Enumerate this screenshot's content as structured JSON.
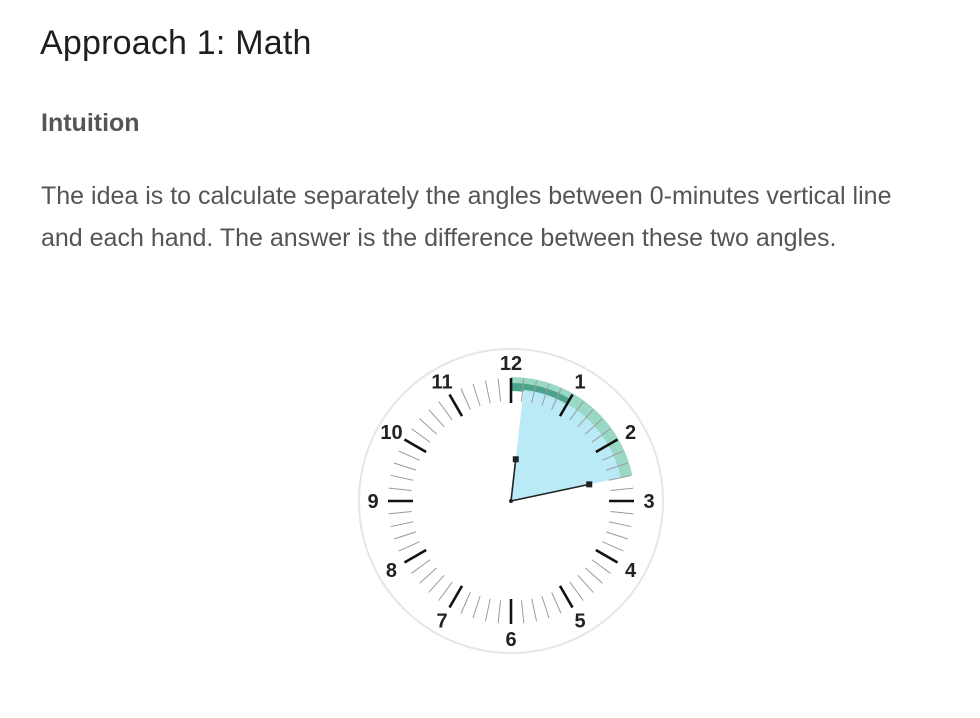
{
  "heading": "Approach 1: Math",
  "subheading": "Intuition",
  "paragraph": "The idea is to calculate separately the angles between 0-minutes vertical line and each hand. The answer is the difference between these two angles.",
  "clock": {
    "numbers": [
      "12",
      "1",
      "2",
      "3",
      "4",
      "5",
      "6",
      "7",
      "8",
      "9",
      "10",
      "11"
    ],
    "time_shown": {
      "hour": 12,
      "minute": 13
    },
    "colors": {
      "face": "#ffffff",
      "rim": "#e6e6e6",
      "hour_arc": "#4aa38a",
      "minute_arc": "#9ad8c6",
      "angle_sector": "#b7e9f7",
      "hands": "#222222"
    }
  }
}
